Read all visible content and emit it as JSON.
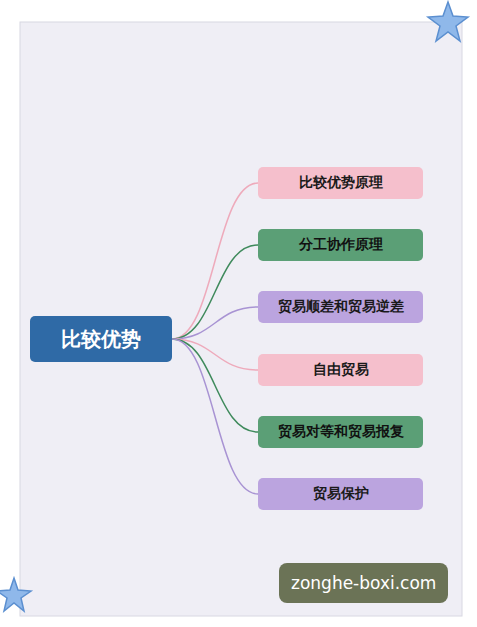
{
  "diagram": {
    "nodes": [
      {
        "text": [
          "比较优势"
        ]
      },
      {
        "text": [
          "比较优势原理"
        ]
      },
      {
        "text": [
          "分工协作原理"
        ]
      },
      {
        "text": [
          "贸易顺差和贸易逆差"
        ]
      },
      {
        "text": [
          "自由贸易"
        ]
      },
      {
        "text": [
          "贸易对等和贸易报复"
        ]
      },
      {
        "text": [
          "贸易保护"
        ]
      }
    ],
    "edges": [
      {
        "from": 0,
        "to": 1,
        "arrow": "none"
      },
      {
        "from": 0,
        "to": 2,
        "arrow": "none"
      },
      {
        "from": 0,
        "to": 3,
        "arrow": "none"
      },
      {
        "from": 0,
        "to": 4,
        "arrow": "none"
      },
      {
        "from": 0,
        "to": 5,
        "arrow": "none"
      },
      {
        "from": 0,
        "to": 6,
        "arrow": "none"
      }
    ],
    "labels": [
      "zonghe-boxi.com"
    ]
  }
}
